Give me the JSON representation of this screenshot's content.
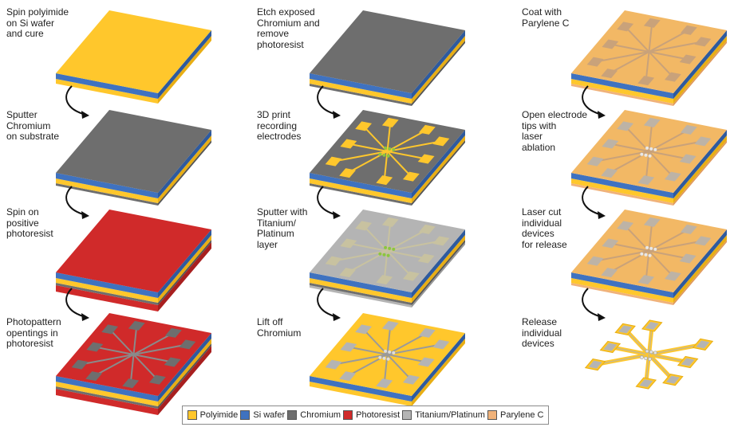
{
  "colors": {
    "polyimide": "#FFC72C",
    "polyimide_side": "#E8AE14",
    "si_wafer": "#3F72C0",
    "si_wafer_side": "#2E5A9E",
    "chromium": "#6E6E6E",
    "chromium_side": "#555555",
    "photoresist": "#D02A2A",
    "photoresist_side": "#A81F1F",
    "titanium_platinum": "#B4B4B4",
    "titanium_platinum_side": "#969696",
    "parylene": "#F0B27A",
    "parylene_side": "#E09A5C",
    "green_tips": "#8CC63F",
    "arrow": "#111111"
  },
  "steps": [
    {
      "label": "Spin polyimide\non Si wafer\nand cure"
    },
    {
      "label": "Sputter\nChromium\non substrate"
    },
    {
      "label": "Spin on\npositive\nphotoresist"
    },
    {
      "label": "Photopattern\nopentings in\nphotoresist"
    },
    {
      "label": "Etch exposed\nChromium and\nremove\nphotoresist"
    },
    {
      "label": "3D print\nrecording\nelectrodes"
    },
    {
      "label": "Sputter with\nTitanium/\nPlatinum\nlayer"
    },
    {
      "label": "Lift off\nChromium"
    },
    {
      "label": "Coat with\nParylene C"
    },
    {
      "label": "Open electrode\ntips with\nlaser\nablation"
    },
    {
      "label": "Laser cut\nindividual\ndevices\nfor release"
    },
    {
      "label": "Release\nindividual\ndevices"
    }
  ],
  "legend": [
    {
      "label": "Polyimide",
      "color": "#FFC72C"
    },
    {
      "label": "Si wafer",
      "color": "#3F72C0"
    },
    {
      "label": "Chromium",
      "color": "#6E6E6E"
    },
    {
      "label": "Photoresist",
      "color": "#D02A2A"
    },
    {
      "label": "Titanium/Platinum",
      "color": "#B4B4B4"
    },
    {
      "label": "Parylene C",
      "color": "#F0B27A"
    }
  ]
}
